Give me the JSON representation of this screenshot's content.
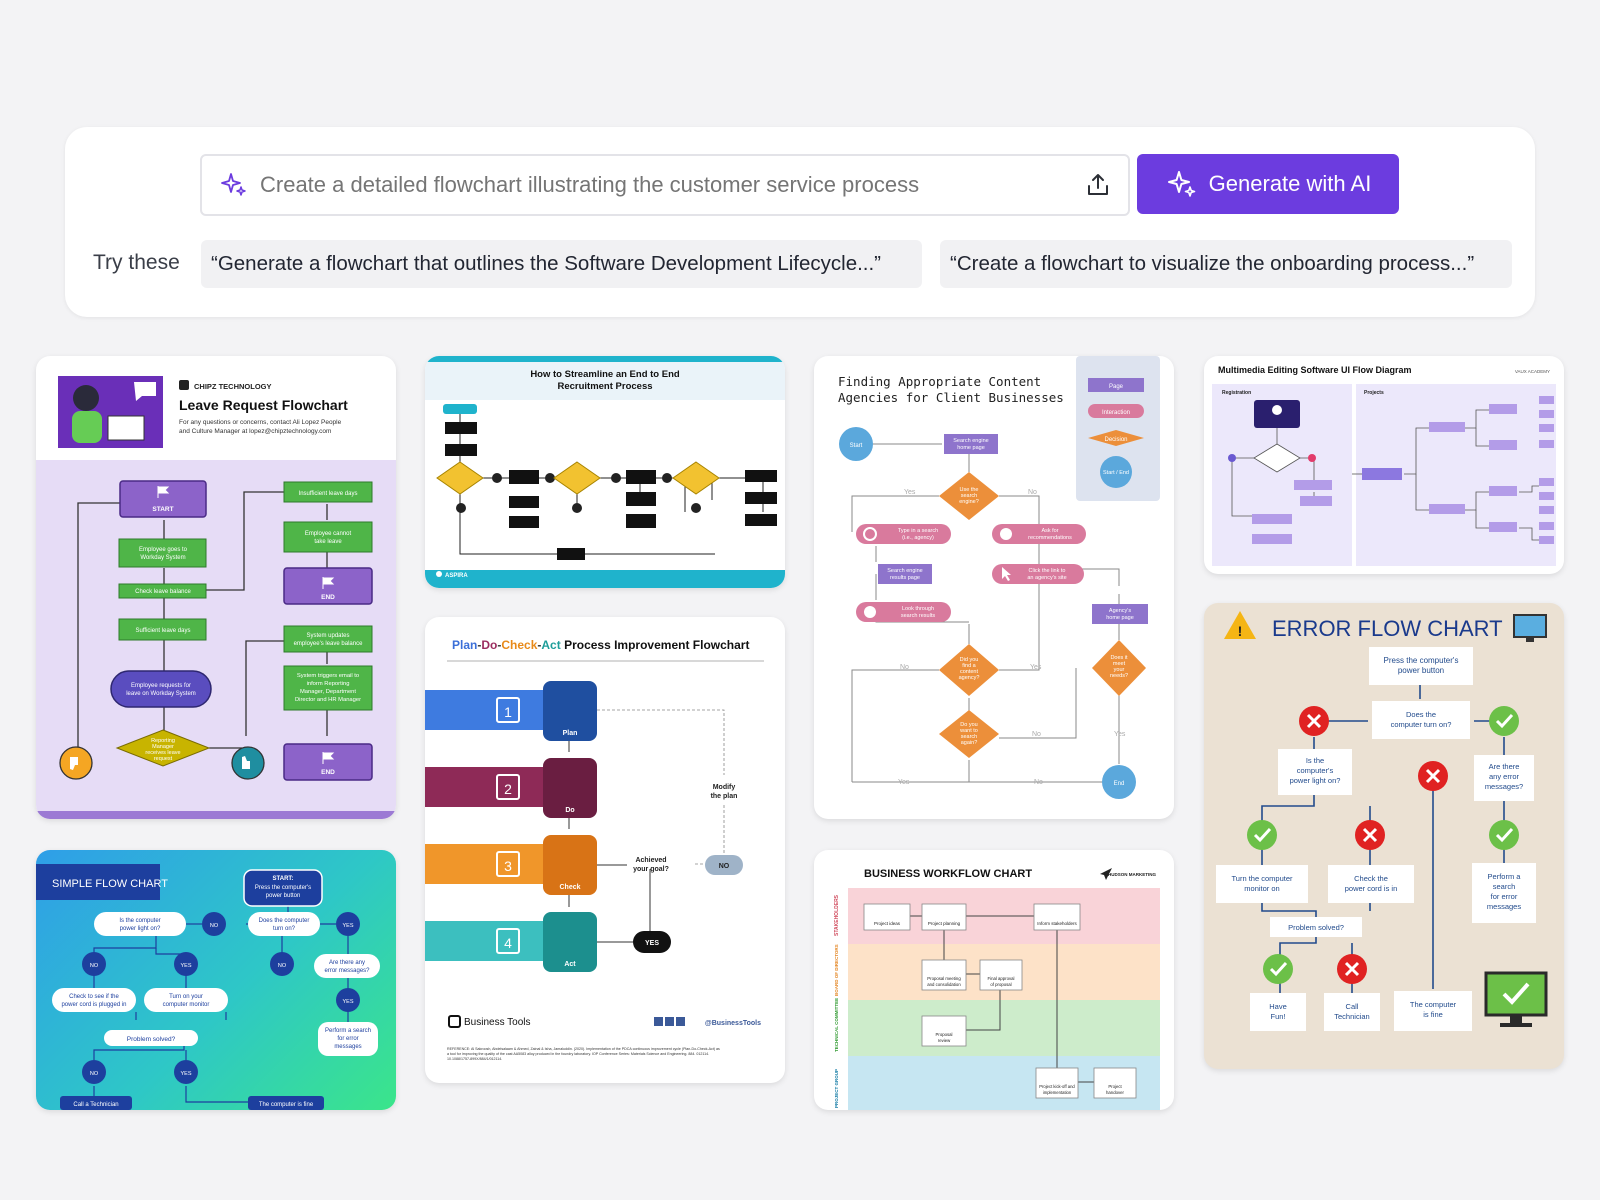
{
  "prompt": {
    "placeholder": "Create a detailed flowchart illustrating the customer service process",
    "generate_label": "Generate with AI",
    "try_label": "Try these",
    "suggestions": [
      "“Generate a flowchart that outlines the Software Development Lifecycle...”",
      "“Create a flowchart to visualize the onboarding process...”"
    ]
  },
  "templates": {
    "leave": {
      "brand": "CHIPZ TECHNOLOGY",
      "title": "Leave Request Flowchart",
      "subtitle1": "For any questions or concerns, contact Ali Lopez People",
      "subtitle2": "and Culture Manager at lopez@chipztechnology.com",
      "start": "START",
      "end": "END",
      "n1": "Employee goes to",
      "n1b": "Workday System",
      "n2": "Check leave balance",
      "n3": "Sufficient leave days",
      "n4": "Employee requests for",
      "n4b": "leave on Workday System",
      "n5": "Reporting",
      "n5b": "Manager",
      "n5c": "receives leave",
      "n5d": "request",
      "r1": "Insufficient leave days",
      "r2": "Employee cannot",
      "r2b": "take leave",
      "r3": "System updates",
      "r3b": "employee's leave balance",
      "r4": "System triggers email to",
      "r4b": "inform Reporting",
      "r4c": "Manager, Department",
      "r4d": "Director and HR Manager"
    },
    "recruit": {
      "title1": "How to Streamline an End to End",
      "title2": "Recruitment Process",
      "brand": "ASPIRA"
    },
    "agencies": {
      "title1": "Finding Appropriate Content",
      "title2": "Agencies for Client Businesses",
      "legend": [
        "Page",
        "Interaction",
        "Decision",
        "Start / End"
      ],
      "start": "Start",
      "end": "End",
      "n1": "Search engine",
      "n1b": "home page",
      "d1": "Use the",
      "d1b": "search",
      "d1c": "engine?",
      "yes": "Yes",
      "no": "No",
      "i1": "Type in a search",
      "i1b": "(i.e., agency)",
      "i2": "Ask for",
      "i2b": "recommendations",
      "p2": "Search engine",
      "p2b": "results page",
      "i3": "Click the link to",
      "i3b": "an agency's site",
      "i4": "Look through",
      "i4b": "search results",
      "p3": "Agency's",
      "p3b": "home page",
      "d2": "Did you",
      "d2b": "find a",
      "d2c": "content",
      "d2d": "agency?",
      "d3": "Does it",
      "d3b": "meet",
      "d3c": "your",
      "d3d": "needs?",
      "d4": "Do you",
      "d4b": "want to",
      "d4c": "search",
      "d4d": "again?"
    },
    "multimedia": {
      "title": "Multimedia Editing Software UI Flow Diagram",
      "brand": "VAUX ACADEMY",
      "col1": "Registration",
      "col2": "Projects"
    },
    "pdca": {
      "title_plan": "Plan",
      "title_do": "Do",
      "title_check": "Check",
      "title_act": "Act",
      "title_rest": "Process Improvement Flowchart",
      "steps": [
        "1",
        "2",
        "3",
        "4"
      ],
      "modify": "Modify",
      "modify2": "the plan",
      "achieved": "Achieved",
      "achieved2": "your goal?",
      "no": "NO",
      "yes": "YES",
      "brand": "Business Tools",
      "handle": "@BusinessTools",
      "ref1": "REFERENCE: Al Sakroosh, Abdelsalaam & Ahmed, Zainal & Isha, Jamaluddin. (2020). Implementation of the PDCA continuous improvement cycle (Plan-Do-Check-Act) as",
      "ref2": "a tool for improving the quality of the cast AA5083 alloy produced in the foundry laboratory. IOP Conference Series: Materials Science and Engineering. 884. 012114.",
      "ref3": "10.1088/1757-899X/884/1/012114."
    },
    "error": {
      "title": "ERROR FLOW CHART",
      "n1": "Press the computer's",
      "n1b": "power button",
      "n2": "Does the",
      "n2b": "computer turn on?",
      "n3": "Is the",
      "n3b": "computer's",
      "n3c": "power light on?",
      "n4": "Are there",
      "n4b": "any error",
      "n4c": "messages?",
      "n5": "Turn the computer",
      "n5b": "monitor on",
      "n6": "Check the",
      "n6b": "power cord is in",
      "n7": "Perform a",
      "n7b": "search",
      "n7c": "for error",
      "n7d": "messages",
      "n8": "Problem solved?",
      "n9": "Have",
      "n9b": "Fun!",
      "n10": "Call",
      "n10b": "Technician",
      "n11": "The computer",
      "n11b": "is fine"
    },
    "simple": {
      "title": "SIMPLE FLOW CHART",
      "start": "START:",
      "start2": "Press the computer's",
      "start3": "power button",
      "q1": "Is the computer",
      "q1b": "power light on?",
      "q2": "Does the computer",
      "q2b": "turn on?",
      "q3": "Are there any",
      "q3b": "error messages?",
      "a1": "Check to see if the",
      "a1b": "power cord is plugged in",
      "a2": "Turn on your",
      "a2b": "computer monitor",
      "a3": "Perform a search",
      "a3b": "for error",
      "a3c": "messages",
      "solved": "Problem solved?",
      "call": "Call a Technician",
      "fine": "The computer is fine",
      "no": "NO",
      "yes": "YES"
    },
    "business": {
      "title": "BUSINESS WORKFLOW CHART",
      "brand": "HUDSON MARKETING",
      "lanes": [
        "STAKEHOLDERS",
        "BOARD OF DIRECTORS",
        "TECHNICAL COMMITTEE",
        "PROJECT GROUP"
      ],
      "n1": "Project ideas",
      "n2": "Project planning",
      "n3": "Inform stakeholders",
      "n4": "Proposal meeting",
      "n4b": "and consolidation",
      "n5": "Final approval",
      "n5b": "of proposal",
      "n6": "Proposal",
      "n6b": "review",
      "n7": "Project kick-off and",
      "n7b": "implementation",
      "n8": "Project",
      "n8b": "handover"
    }
  }
}
